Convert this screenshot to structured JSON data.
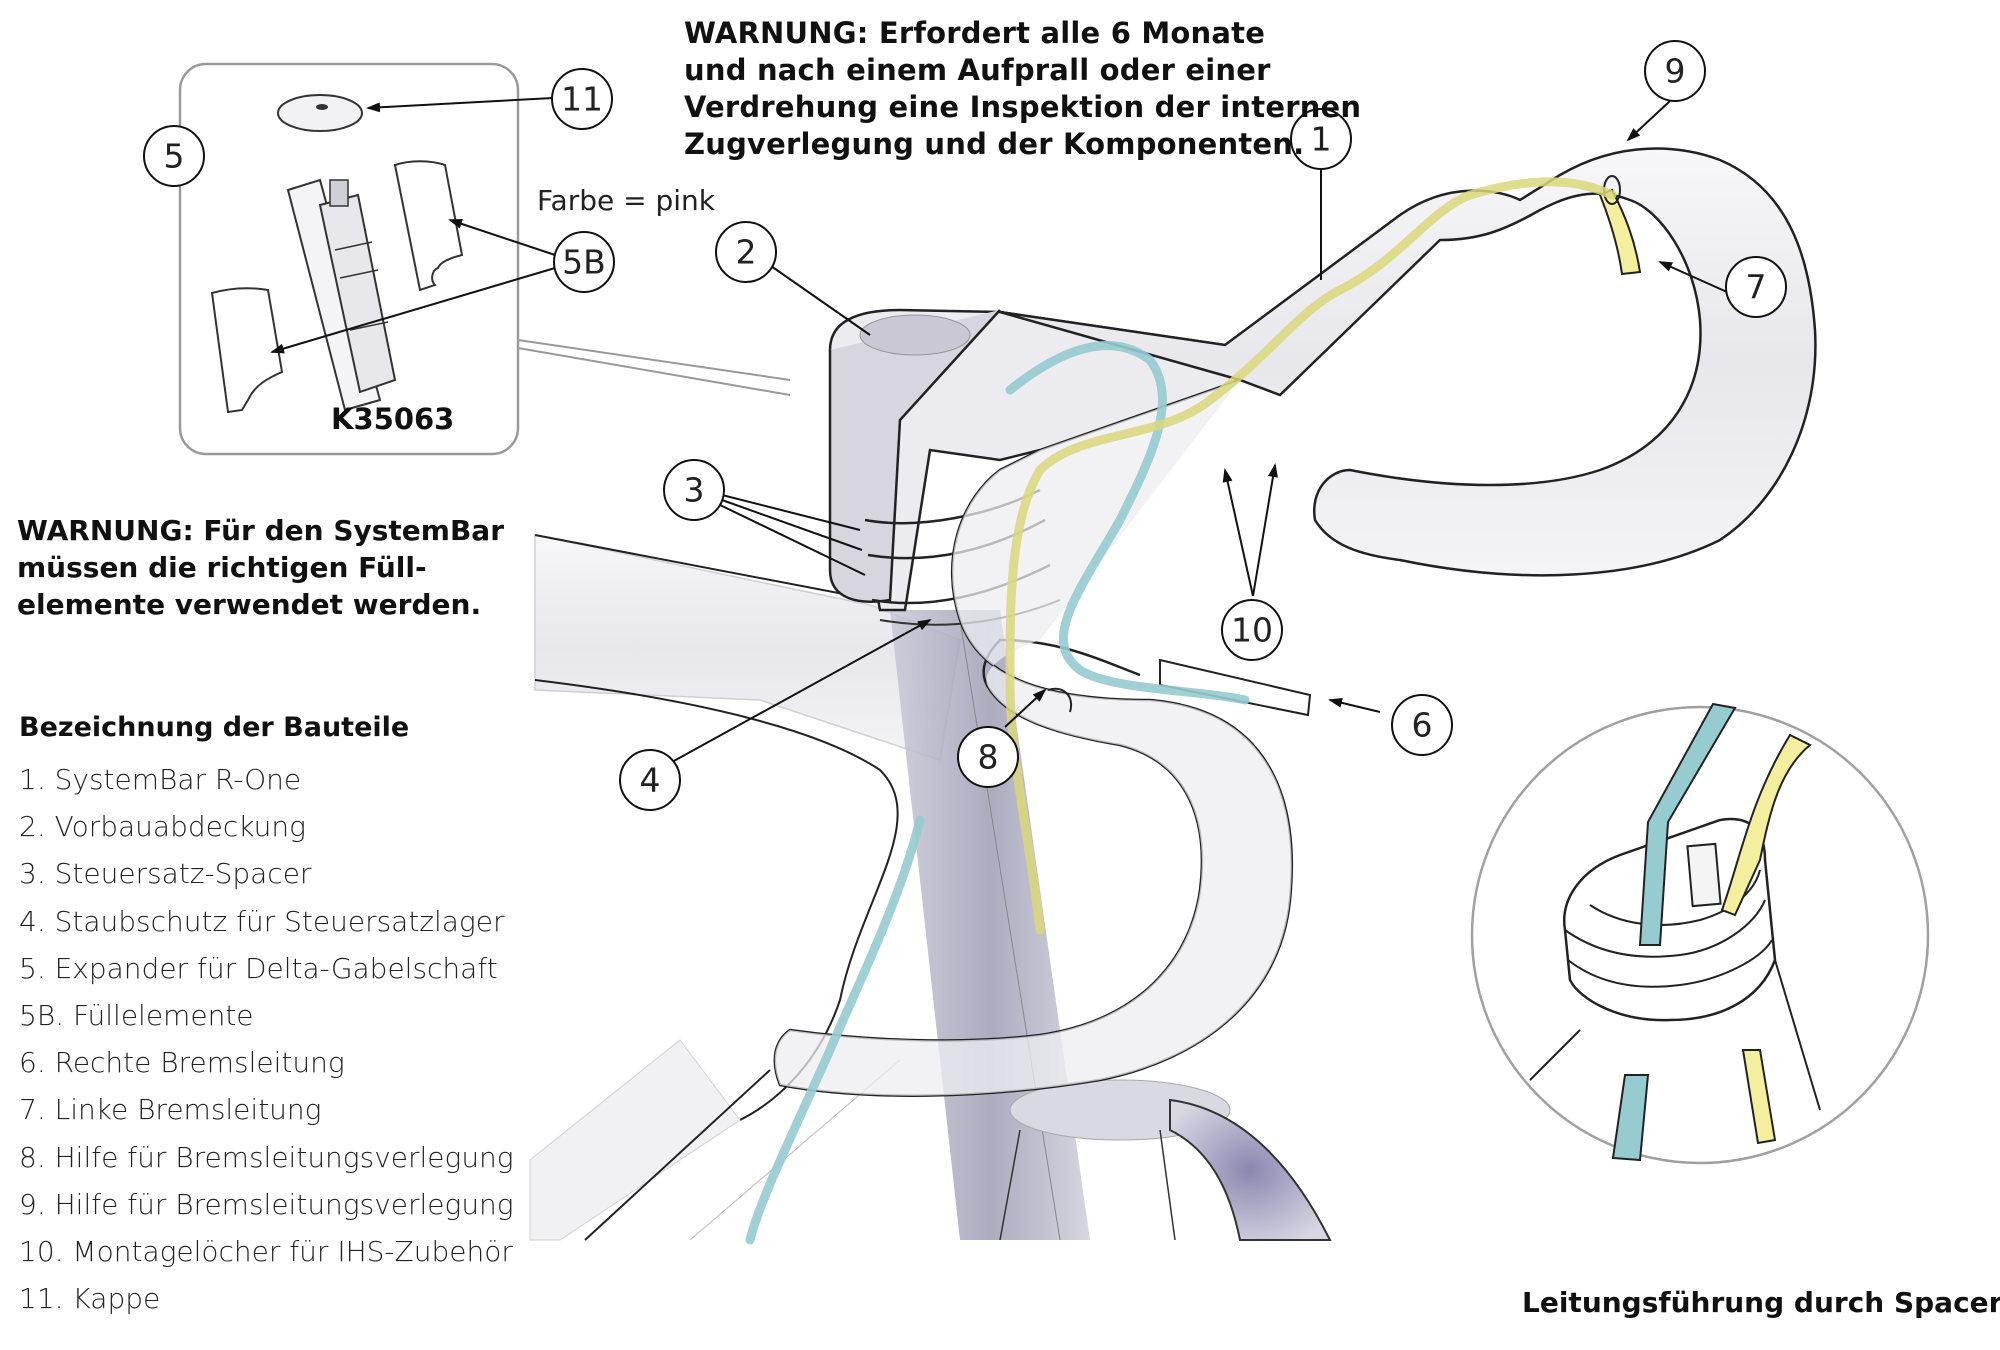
{
  "warnings": {
    "top": "WARNUNG: Erfordert alle 6 Monate\nund nach einem Aufprall oder einer\nVerdrehung eine Inspektion der internen\nZugverlegung und der Komponenten.",
    "left": "WARNUNG: Für den SystemBar\nmüssen die richtigen Füll-\nelemente verwendet werden."
  },
  "inset_kit": {
    "part_number": "K35063",
    "color_note": "Farbe = pink"
  },
  "legend": {
    "title": "Bezeichnung der Bauteile",
    "items": [
      "1. SystemBar R-One",
      "2. Vorbauabdeckung",
      "3. Steuersatz-Spacer",
      "4. Staubschutz für Steuersatzlager",
      "5. Expander für Delta-Gabelschaft",
      "5B.  Füllelemente",
      "6. Rechte Bremsleitung",
      "7. Linke Bremsleitung",
      "8. Hilfe für Bremsleitungsverlegung",
      "9. Hilfe für Bremsleitungsverlegung",
      "10. Montagelöcher für IHS-Zubehör",
      "11. Kappe"
    ]
  },
  "callouts": {
    "c1": "1",
    "c2": "2",
    "c3": "3",
    "c4": "4",
    "c5": "5",
    "c5b": "5B",
    "c6": "6",
    "c7": "7",
    "c8": "8",
    "c9": "9",
    "c10": "10",
    "c11": "11"
  },
  "detail_caption": "Leitungsführung durch Spacer",
  "colors": {
    "right_brake_line": "#96cbd0",
    "left_brake_line": "#f3ef9e",
    "frame_shade": "#8d8ca6",
    "part_fill": "#efeff2"
  }
}
